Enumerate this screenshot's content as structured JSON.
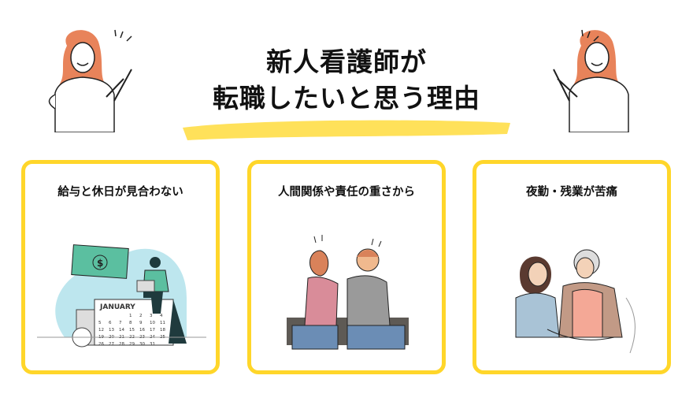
{
  "title": {
    "line1": "新人看護師が",
    "line2": "転職したいと思う理由"
  },
  "colors": {
    "accent_yellow": "#FFD62A",
    "brush_yellow": "#FFE15A",
    "teal": "#5BBFA0",
    "light_blue": "#BDE6EE"
  },
  "cards": [
    {
      "heading": "給与と休日が見合わない",
      "illustration": "salary-calendar",
      "calendar_month": "JANUARY",
      "calendar_days": [
        "1",
        "2",
        "3",
        "4",
        "5",
        "6",
        "7",
        "8",
        "9",
        "10",
        "11",
        "12",
        "13",
        "14",
        "15",
        "16",
        "17",
        "18",
        "19",
        "20",
        "21",
        "22",
        "23",
        "24",
        "25",
        "26",
        "27",
        "28",
        "29",
        "30",
        "31"
      ]
    },
    {
      "heading": "人間関係や責任の重さから",
      "illustration": "back-to-back-couple"
    },
    {
      "heading": "夜勤・残業が苦痛",
      "illustration": "nurse-with-elderly-patient"
    }
  ]
}
